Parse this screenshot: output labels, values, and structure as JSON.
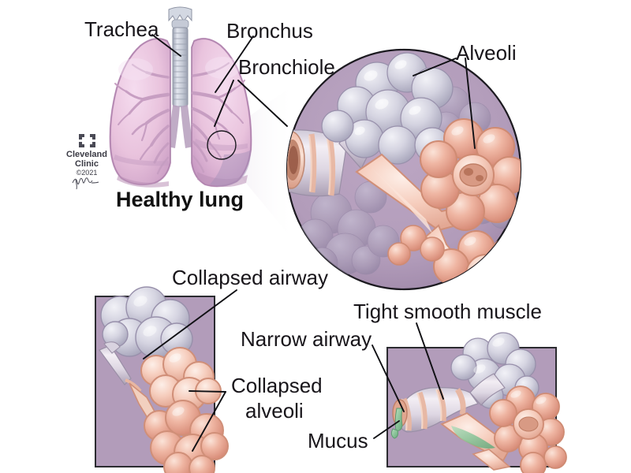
{
  "figure": {
    "title": "Healthy lung and airway comparison illustration",
    "background_color": "#ffffff"
  },
  "labels": {
    "trachea": "Trachea",
    "bronchus": "Bronchus",
    "bronchiole": "Bronchiole",
    "alveoli": "Alveoli",
    "healthy_lung": "Healthy lung",
    "collapsed_airway": "Collapsed airway",
    "collapsed_alveoli_line1": "Collapsed",
    "collapsed_alveoli_line2": "alveoli",
    "narrow_airway": "Narrow airway",
    "tight_smooth_muscle": "Tight smooth muscle",
    "mucus": "Mucus"
  },
  "credit": {
    "organization_line1": "Cleveland",
    "organization_line2": "Clinic",
    "copyright": "©2021",
    "signature": "illustrator-signature"
  },
  "colors": {
    "panel_purple": "#b29cba",
    "panel_border": "#2b2b30",
    "lung_pink": "#e9c3dd",
    "lung_pink_dark": "#c79ec2",
    "bronchial_tree": "#c79ec2",
    "trachea_gray": "#c9ccd6",
    "alveoli_salmon": "#e8a08e",
    "alveoli_salmon_light": "#f5cfc2",
    "alveoli_gray": "#cdccdb",
    "mucus_green": "#8cc49a",
    "leader_line": "#101014",
    "text": "#18151a"
  },
  "panels": [
    {
      "name": "healthy-lung-diagram",
      "caption": "Healthy lung",
      "callouts": [
        "Trachea",
        "Bronchus",
        "Bronchiole"
      ]
    },
    {
      "name": "alveoli-magnification-circle",
      "caption": "",
      "callouts": [
        "Alveoli",
        "Bronchiole"
      ]
    },
    {
      "name": "collapsed-airway-panel",
      "caption": "",
      "callouts": [
        "Collapsed airway",
        "Collapsed alveoli"
      ]
    },
    {
      "name": "narrow-airway-panel",
      "caption": "",
      "callouts": [
        "Narrow airway",
        "Tight smooth muscle",
        "Mucus"
      ]
    }
  ]
}
